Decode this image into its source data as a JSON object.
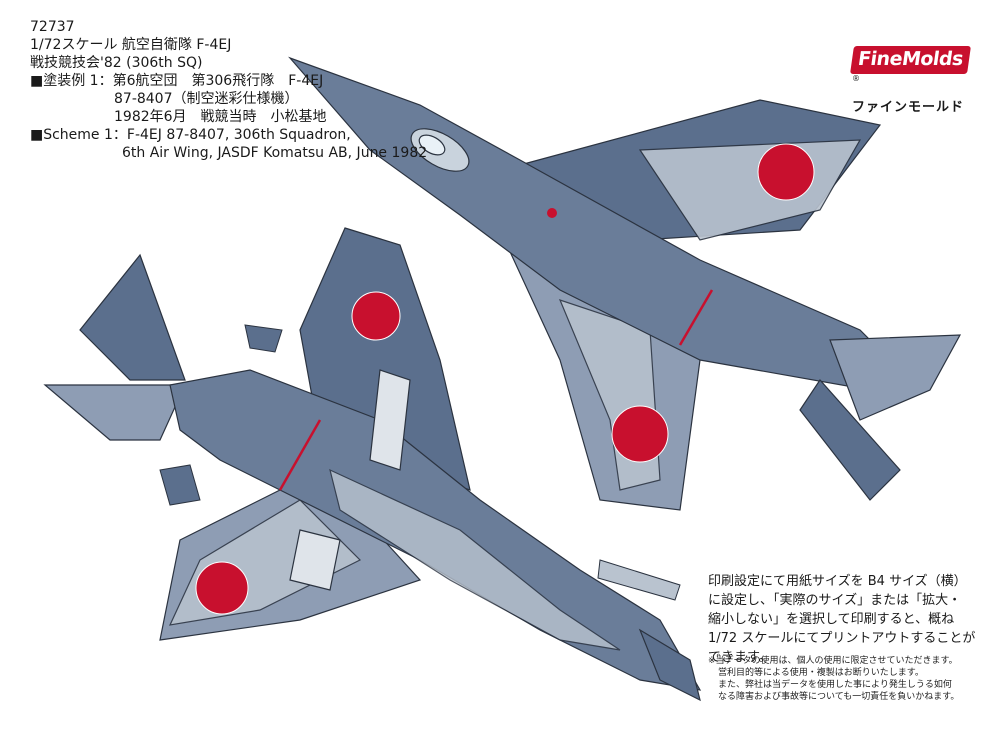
{
  "header": {
    "code": "72737",
    "scale_title": "1/72スケール 航空自衛隊 F-4EJ",
    "subtitle": "戦技競技会'82 (306th SQ)",
    "scheme_jp_1": "■塗装例 1：第6航空団　第306飛行隊　F-4EJ",
    "scheme_jp_2": "87-8407（制空迷彩仕様機）",
    "scheme_jp_3": "1982年6月　戦競当時　小松基地",
    "scheme_en_1": "■Scheme 1：F-4EJ 87-8407, 306th Squadron,",
    "scheme_en_2": "6th Air Wing, JASDF Komatsu AB, June 1982"
  },
  "logo": {
    "brand": "FineMolds",
    "katakana": "ファインモールド"
  },
  "print_note": {
    "line1": "印刷設定にて用紙サイズを B4 サイズ（横）",
    "line2": "に設定し、「実際のサイズ」または「拡大・",
    "line3": "縮小しない」を選択して印刷すると、概ね",
    "line4": "1/72 スケールにてプリントアウトすることが",
    "line5": "できます。"
  },
  "fine_print": {
    "line1": "※当データの使用は、個人の使用に限定させていただきます。",
    "line2": "営利目的等による使用・複製はお断りいたします。",
    "line3": "また、弊社は当データを使用した事により発生しうる如何",
    "line4": "なる障害および事故等についても一切責任を負いかねます。"
  },
  "colors": {
    "dark_blue_gray": "#5b6f8d",
    "mid_gray": "#8e9db4",
    "light_gray": "#b9c3cf",
    "hinomaru_red": "#c8102e",
    "outline": "#2b3340",
    "brand_red": "#c8102e"
  },
  "icons": {
    "hinomaru": "hinomaru-roundel-icon",
    "logo": "finemolds-logo-icon"
  }
}
